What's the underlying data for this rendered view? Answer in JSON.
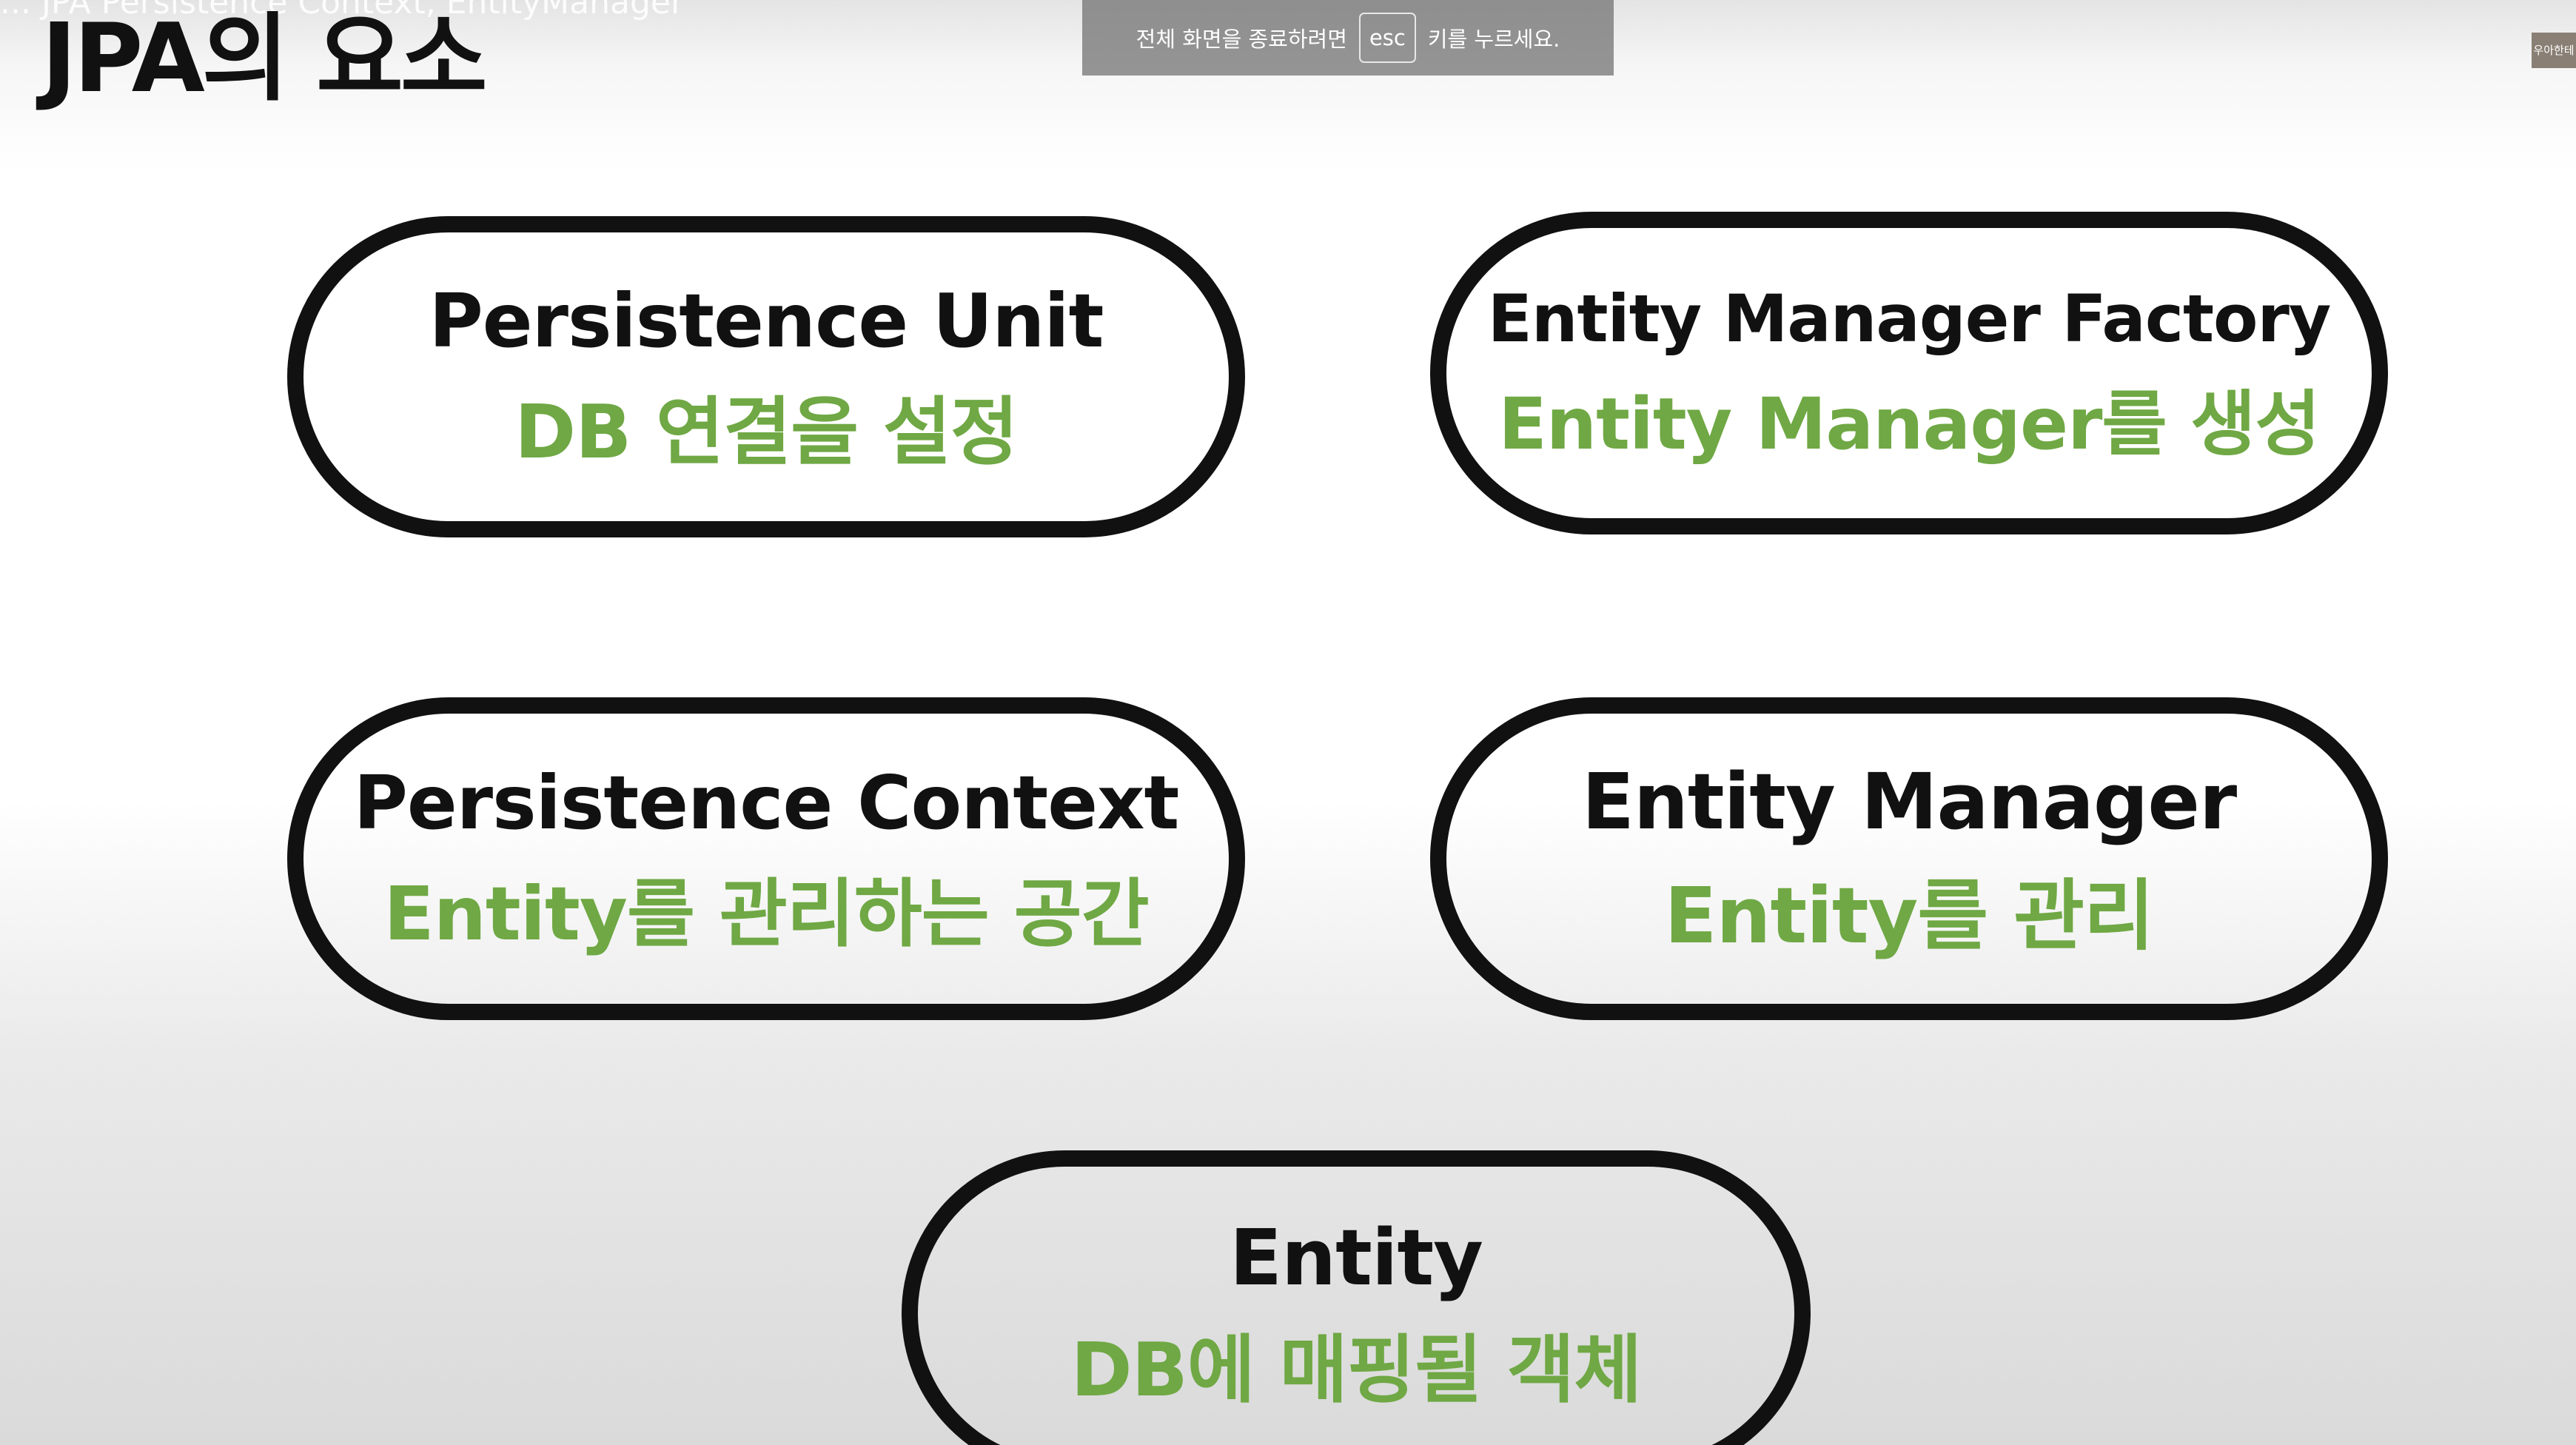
{
  "video": {
    "top_caption": "... JPA Persistence Context, EntityManager"
  },
  "slide": {
    "title": "JPA의 요소",
    "elements": [
      {
        "title": "Persistence Unit",
        "description": "DB 연결을 설정"
      },
      {
        "title": "Entity Manager Factory",
        "description": "Entity Manager를 생성"
      },
      {
        "title": "Persistence Context",
        "description": "Entity를 관리하는 공간"
      },
      {
        "title": "Entity Manager",
        "description": "Entity를 관리"
      },
      {
        "title": "Entity",
        "description": "DB에 매핑될 객체"
      }
    ]
  },
  "fullscreen_notice": {
    "before": "전체 화면을 종료하려면",
    "key": "esc",
    "after": "키를 누르세요."
  },
  "camera_thumbnail": {
    "label": "우아한테"
  },
  "colors": {
    "title_text": "#111111",
    "description_text": "#6fa844",
    "pill_border": "#111111",
    "notice_background": "#6e6e6e"
  }
}
